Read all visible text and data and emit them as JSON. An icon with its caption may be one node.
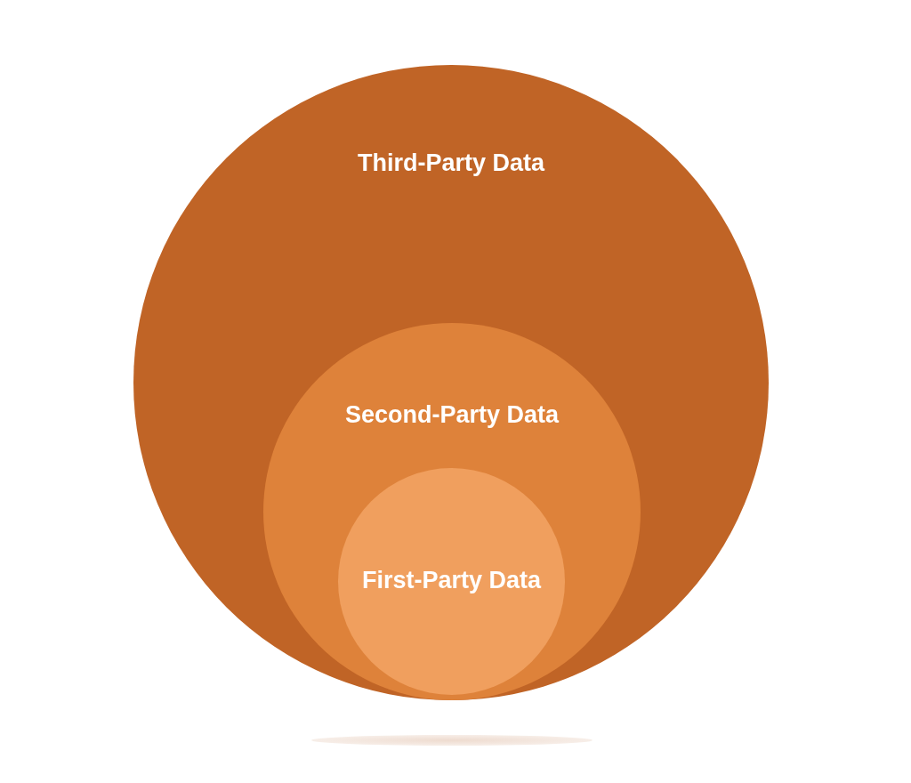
{
  "diagram": {
    "nodes": [
      {
        "text": [
          "Third-Party Data"
        ]
      },
      {
        "text": [
          "Second-Party Data"
        ],
        "in": 0
      },
      {
        "text": [
          "First-Party Data"
        ],
        "in": 1
      }
    ]
  }
}
